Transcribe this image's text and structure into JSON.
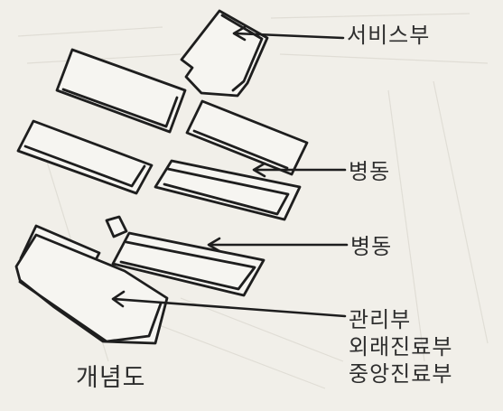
{
  "diagram": {
    "labels": {
      "service": "서비스부",
      "ward_upper": "병동",
      "ward_lower": "병동",
      "admin_block": [
        "관리부",
        "외래진료부",
        "중앙진료부"
      ]
    },
    "caption": "개념도"
  }
}
